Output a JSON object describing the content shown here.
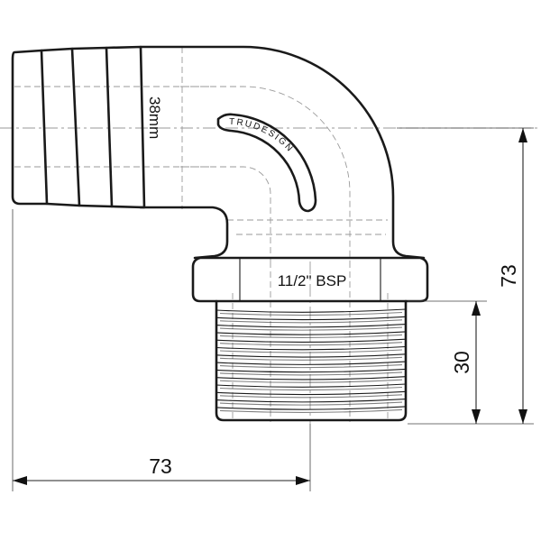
{
  "drawing": {
    "brand_text": "TRUDESIGN",
    "hose_size_label": "38mm",
    "thread_label": "11/2\" BSP",
    "dims": {
      "overall_width": "73",
      "overall_height": "73",
      "thread_length": "30"
    }
  }
}
